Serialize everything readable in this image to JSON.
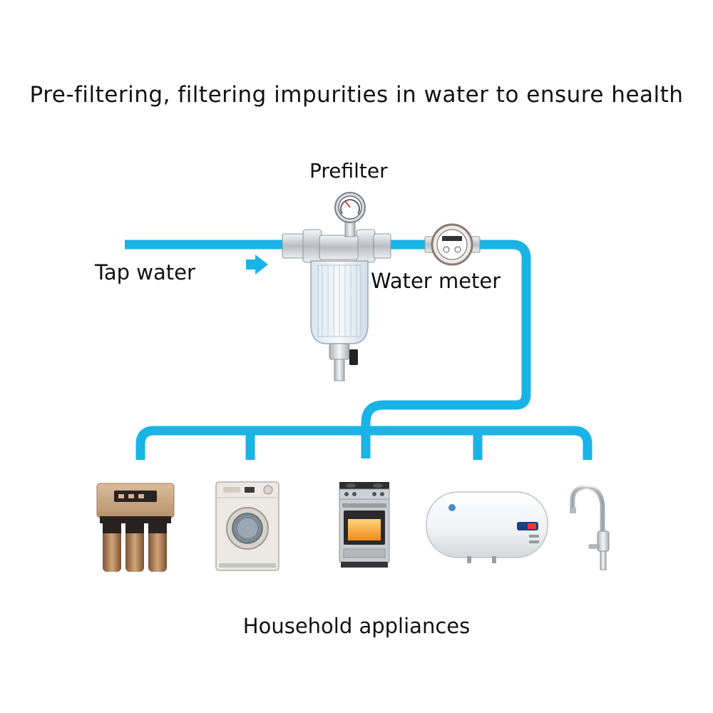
{
  "headline": "Pre-filtering, filtering impurities in water to ensure health",
  "labels": {
    "prefilter": "Prefilter",
    "tap_water": "Tap water",
    "water_meter": "Water meter",
    "household_appliances": "Household appliances"
  },
  "colors": {
    "pipe": "#1ab3e6",
    "arrow": "#1ab3e6",
    "text": "#111111",
    "chrome": "#c9ccd1",
    "gold": "#c9a27a",
    "copper": "#b07a4e",
    "white_appliance": "#eeeeee"
  },
  "icons": {
    "prefilter": "prefilter-housing-icon",
    "gauge": "pressure-gauge-icon",
    "meter": "water-meter-icon",
    "flow_arrow": "flow-arrow-icon",
    "appliances": [
      "ro-purifier-icon",
      "washing-machine-icon",
      "oven-stove-icon",
      "water-heater-icon",
      "faucet-icon"
    ]
  }
}
